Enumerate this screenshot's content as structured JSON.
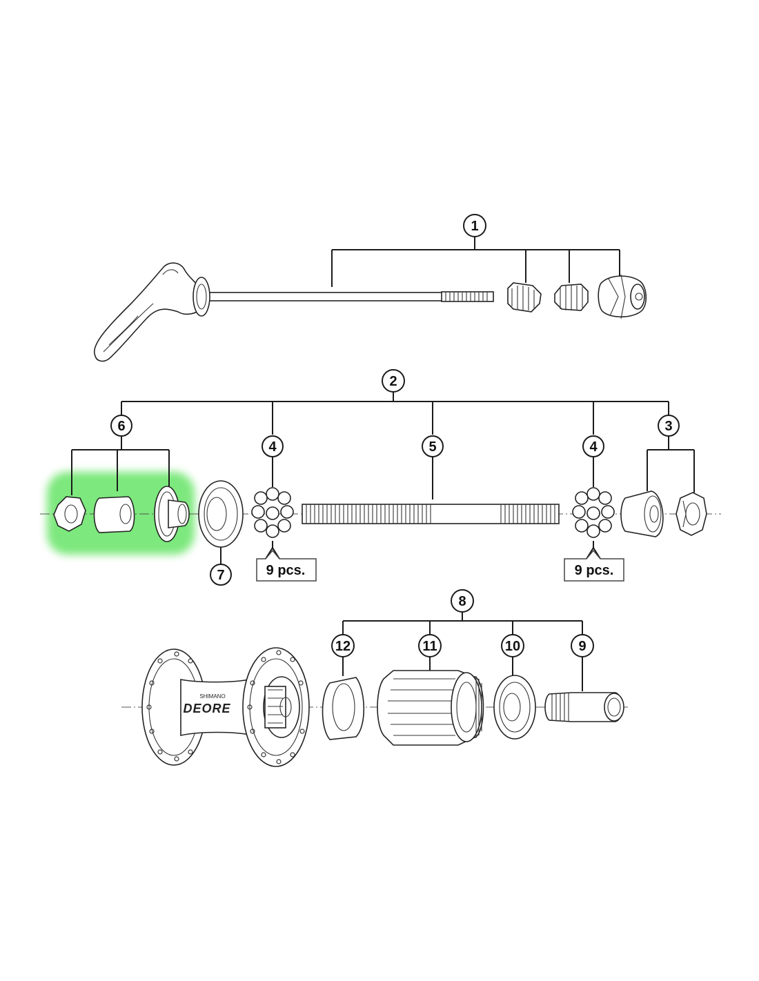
{
  "callouts": {
    "c1": "1",
    "c2": "2",
    "c3": "3",
    "c4a": "4",
    "c4b": "4",
    "c5": "5",
    "c6": "6",
    "c7": "7",
    "c8": "8",
    "c9": "9",
    "c10": "10",
    "c11": "11",
    "c12": "12"
  },
  "qty": {
    "left": "9 pcs.",
    "right": "9 pcs."
  },
  "hub_brand": {
    "small": "SHIMANO",
    "large": "DEORE"
  },
  "highlight": {
    "color": "#7de87d",
    "part": "6"
  },
  "colors": {
    "line": "#1a1a1a",
    "background": "#ffffff"
  }
}
